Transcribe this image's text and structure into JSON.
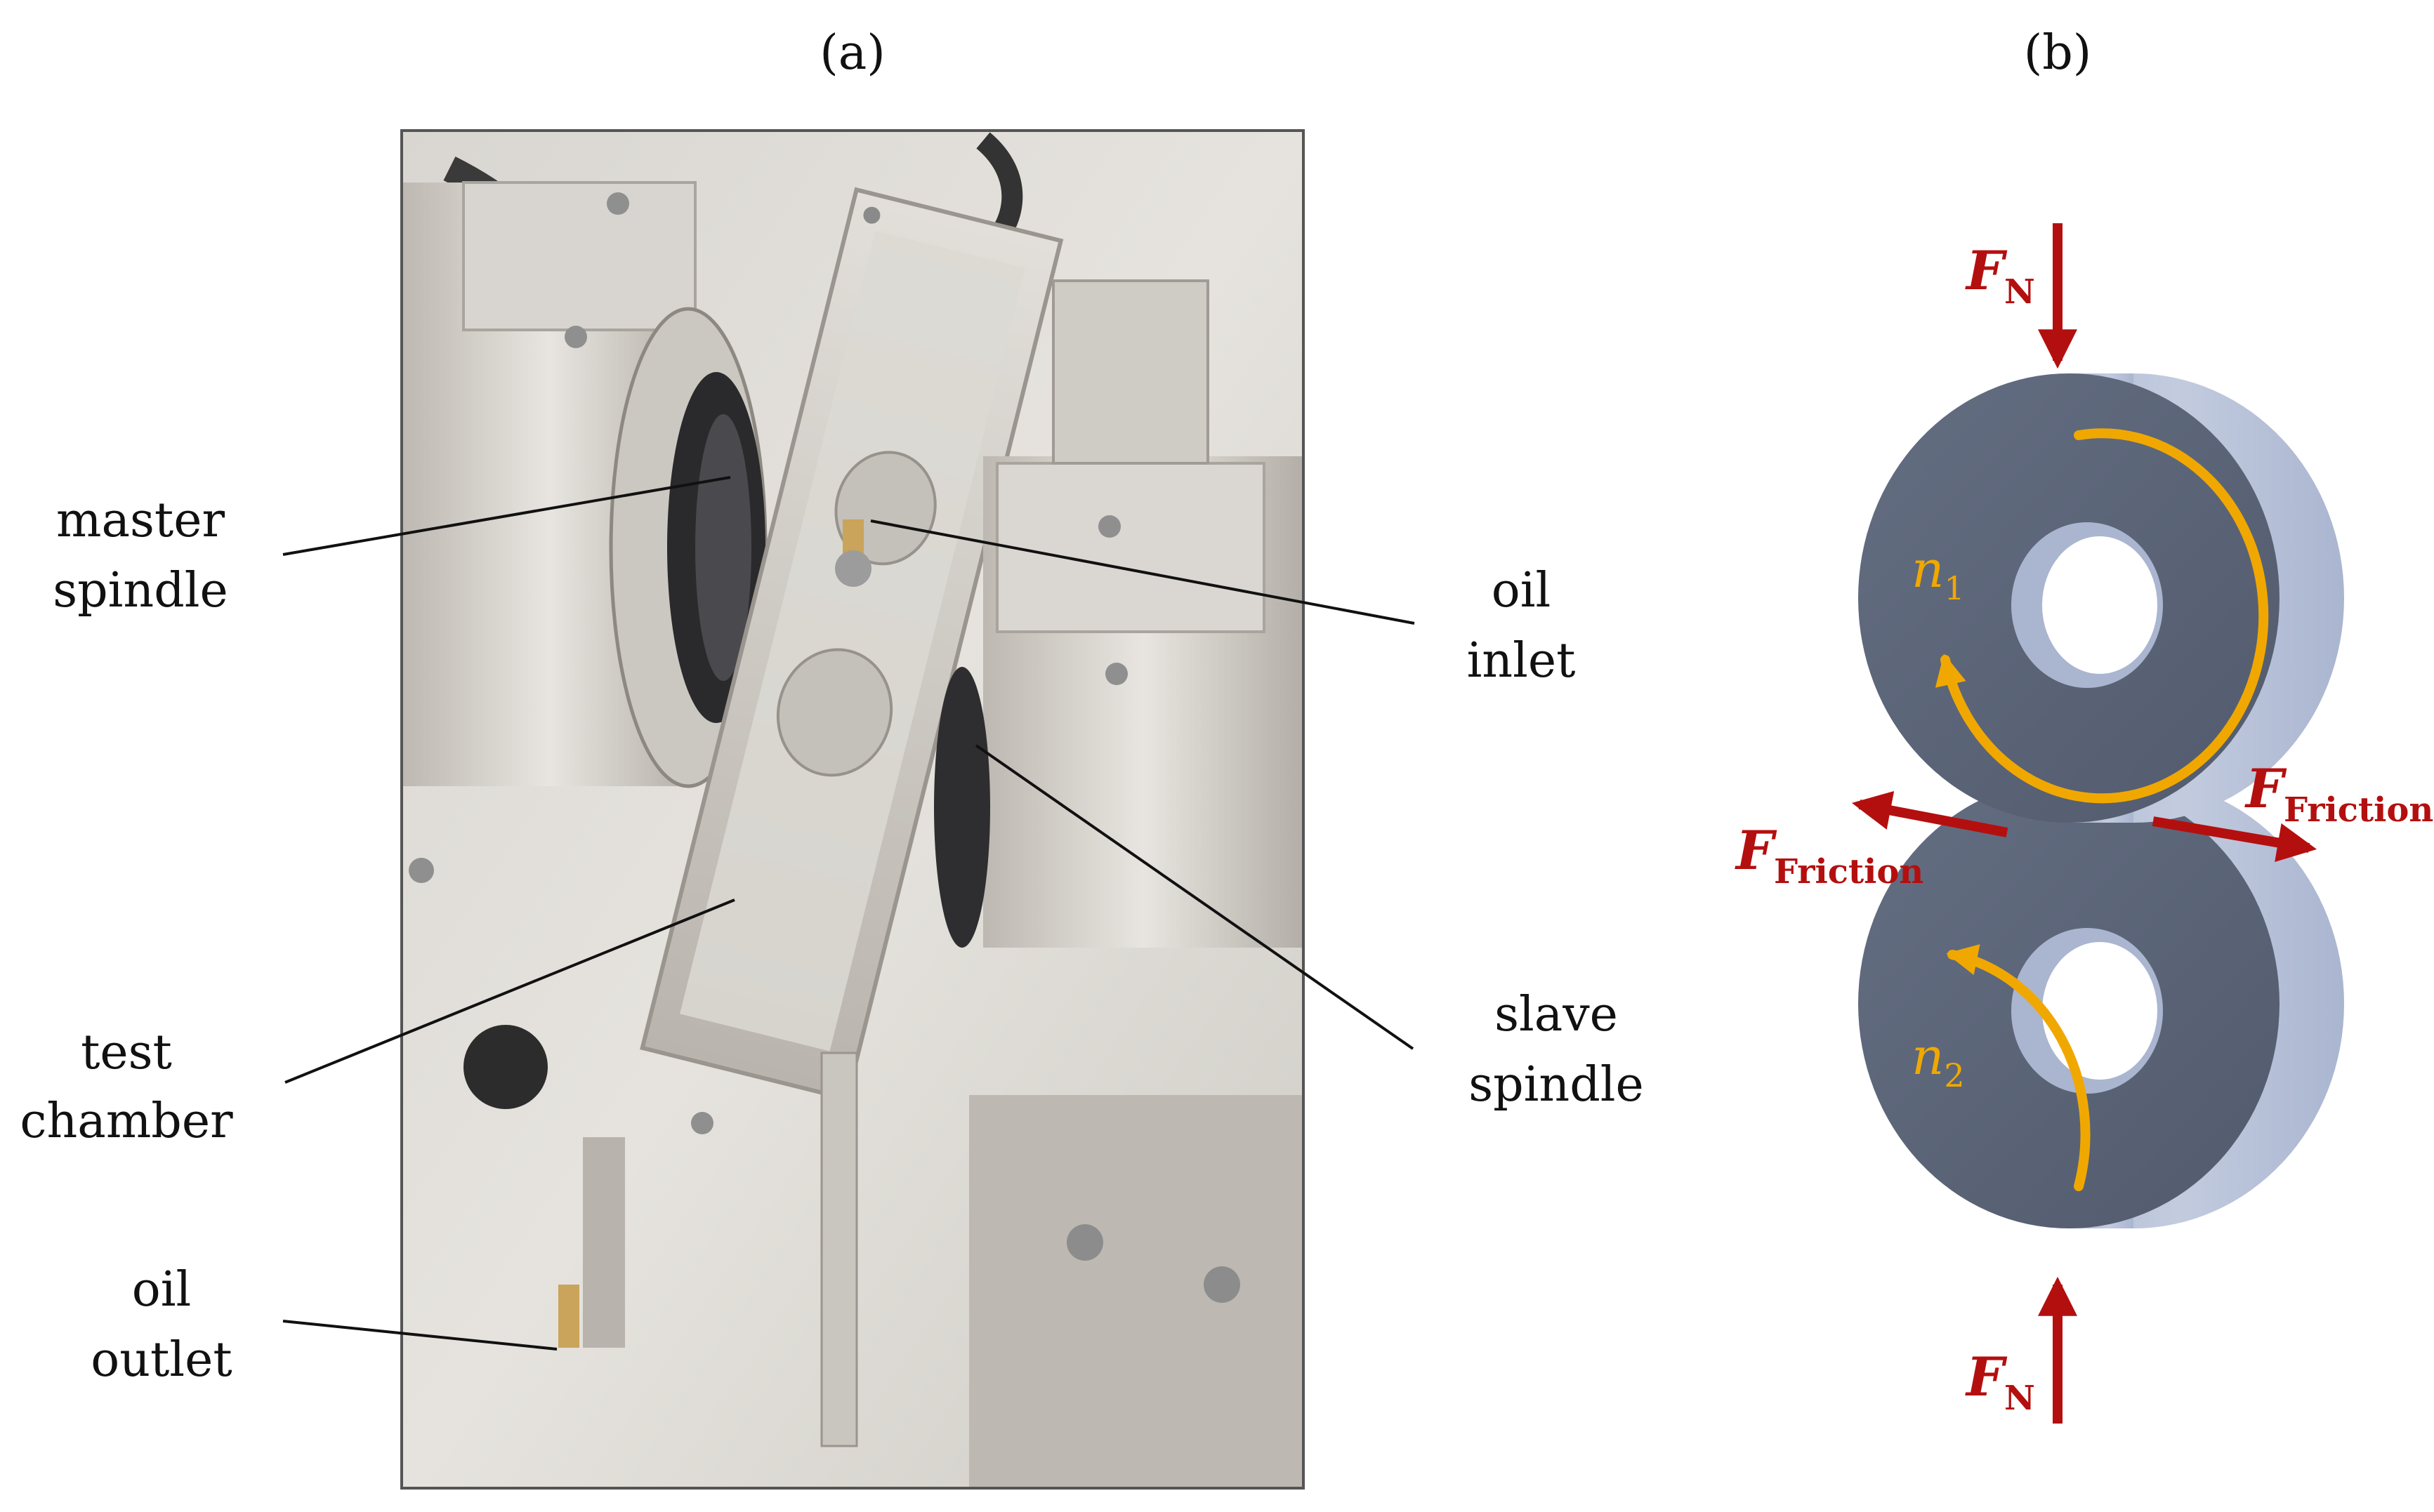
{
  "panels": {
    "a": {
      "label": "(a)"
    },
    "b": {
      "label": "(b)"
    }
  },
  "callouts": {
    "master_spindle": [
      "master",
      "spindle"
    ],
    "oil_inlet": [
      "oil",
      "inlet"
    ],
    "test_chamber": [
      "test",
      "chamber"
    ],
    "slave_spindle": [
      "slave",
      "spindle"
    ],
    "oil_outlet": [
      "oil",
      "outlet"
    ]
  },
  "forces": {
    "normal_top": {
      "symbol": "F",
      "subscript": "N"
    },
    "normal_bottom": {
      "symbol": "F",
      "subscript": "N"
    },
    "friction_left": {
      "symbol": "F",
      "subscript": "Friction"
    },
    "friction_right": {
      "symbol": "F",
      "subscript": "Friction"
    }
  },
  "rotation": {
    "upper": {
      "symbol": "n",
      "subscript": "1"
    },
    "lower": {
      "symbol": "n",
      "subscript": "2"
    }
  },
  "colors": {
    "force_arrow": "#b40f0f",
    "rotation_arrow": "#f0a800",
    "disc_face": "#5a6478",
    "disc_side": "#aeb9d4"
  }
}
